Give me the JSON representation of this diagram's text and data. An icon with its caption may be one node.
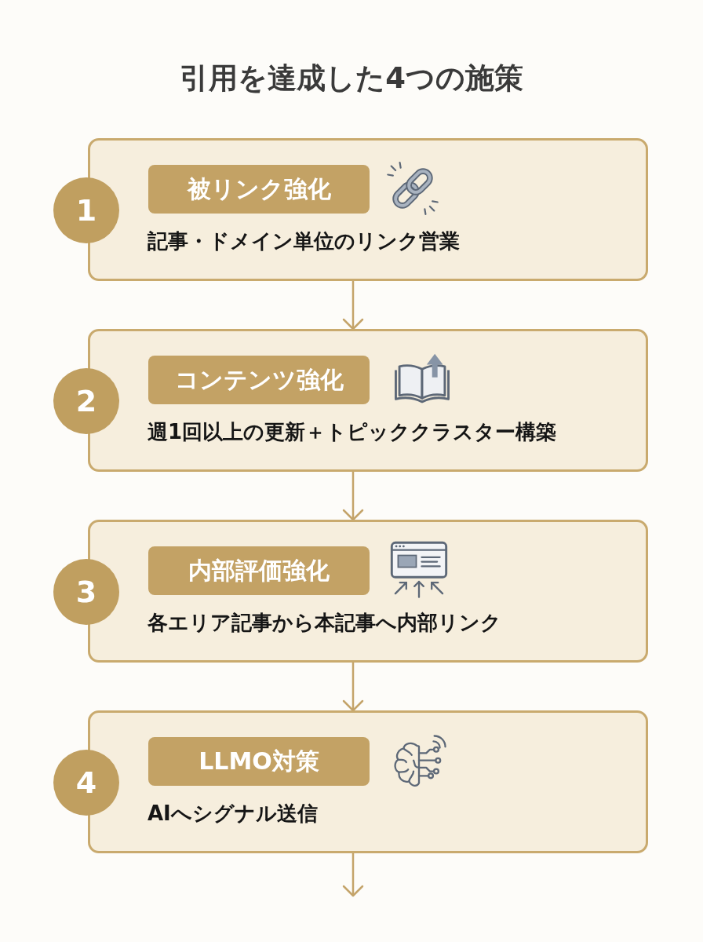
{
  "diagram": {
    "title": "引用を達成した4つの施策",
    "nodes": [
      {
        "text": [
          "1"
        ]
      },
      {
        "text": [
          "記事・ドメイン単位のリンク営業"
        ]
      },
      {
        "text": [
          "被リンク強化"
        ],
        "in": 1
      },
      {
        "text": [
          "2"
        ]
      },
      {
        "text": [
          "週1回以上の更新＋トピッククラスター構築"
        ]
      },
      {
        "text": [
          "コンテンツ強化"
        ],
        "in": 4
      },
      {
        "text": [
          "3"
        ]
      },
      {
        "text": [
          "各エリア記事から本記事へ内部リンク"
        ]
      },
      {
        "text": [
          "内部評価強化"
        ],
        "in": 7
      },
      {
        "text": [
          "4"
        ]
      },
      {
        "text": [
          "AIへシグナル送信"
        ]
      },
      {
        "text": [
          "LLMO対策"
        ],
        "in": 10
      }
    ],
    "edges": [
      {
        "from": 1,
        "to": 4,
        "arrow": "to"
      },
      {
        "from": 4,
        "to": 7,
        "arrow": "to"
      },
      {
        "from": 7,
        "to": 10,
        "arrow": "to"
      },
      {
        "from": 10,
        "to": null,
        "arrow": "to"
      }
    ]
  }
}
